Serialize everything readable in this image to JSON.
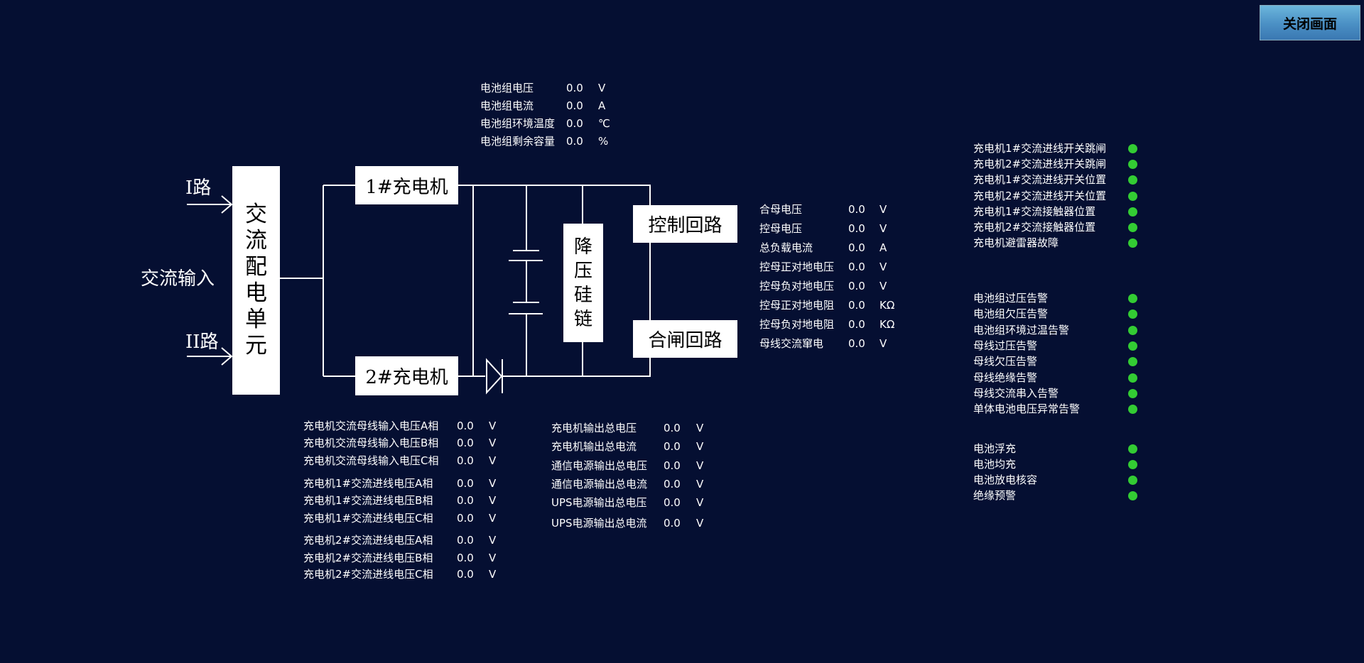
{
  "close_button": "关闭画面",
  "diagram": {
    "input_1": "I路",
    "input_2": "II路",
    "ac_input": "交流输入",
    "ac_unit": [
      "交",
      "流",
      "配",
      "电",
      "单",
      "元"
    ],
    "charger_1": "1#充电机",
    "charger_2": "2#充电机",
    "diode_chain": [
      "降",
      "压",
      "硅",
      "链"
    ],
    "control_circuit": "控制回路",
    "closing_circuit": "合闸回路"
  },
  "battery": [
    {
      "label": "电池组电压",
      "value": "0.0",
      "unit": "V"
    },
    {
      "label": "电池组电流",
      "value": "0.0",
      "unit": "A"
    },
    {
      "label": "电池组环境温度",
      "value": "0.0",
      "unit": "℃"
    },
    {
      "label": "电池组剩余容量",
      "value": "0.0",
      "unit": "%"
    }
  ],
  "bus": [
    {
      "label": "合母电压",
      "value": "0.0",
      "unit": "V"
    },
    {
      "label": "控母电压",
      "value": "0.0",
      "unit": "V"
    },
    {
      "label": "总负载电流",
      "value": "0.0",
      "unit": "A"
    },
    {
      "label": "控母正对地电压",
      "value": "0.0",
      "unit": "V"
    },
    {
      "label": "控母负对地电压",
      "value": "0.0",
      "unit": "V"
    },
    {
      "label": "控母正对地电阻",
      "value": "0.0",
      "unit": "KΩ"
    },
    {
      "label": "控母负对地电阻",
      "value": "0.0",
      "unit": "KΩ"
    },
    {
      "label": "母线交流窜电",
      "value": "0.0",
      "unit": "V"
    }
  ],
  "charger_input": [
    {
      "label": "充电机交流母线输入电压A相",
      "value": "0.0",
      "unit": "V"
    },
    {
      "label": "充电机交流母线输入电压B相",
      "value": "0.0",
      "unit": "V"
    },
    {
      "label": "充电机交流母线输入电压C相",
      "value": "0.0",
      "unit": "V"
    },
    {
      "label": "充电机1#交流进线电压A相",
      "value": "0.0",
      "unit": "V"
    },
    {
      "label": "充电机1#交流进线电压B相",
      "value": "0.0",
      "unit": "V"
    },
    {
      "label": "充电机1#交流进线电压C相",
      "value": "0.0",
      "unit": "V"
    },
    {
      "label": "充电机2#交流进线电压A相",
      "value": "0.0",
      "unit": "V"
    },
    {
      "label": "充电机2#交流进线电压B相",
      "value": "0.0",
      "unit": "V"
    },
    {
      "label": "充电机2#交流进线电压C相",
      "value": "0.0",
      "unit": "V"
    }
  ],
  "output": [
    {
      "label": "充电机输出总电压",
      "value": "0.0",
      "unit": "V"
    },
    {
      "label": "充电机输出总电流",
      "value": "0.0",
      "unit": "V"
    },
    {
      "label": "通信电源输出总电压",
      "value": "0.0",
      "unit": "V"
    },
    {
      "label": "通信电源输出总电流",
      "value": "0.0",
      "unit": "V"
    },
    {
      "label": "UPS电源输出总电压",
      "value": "0.0",
      "unit": "V"
    },
    {
      "label": "UPS电源输出总电流",
      "value": "0.0",
      "unit": "V"
    }
  ],
  "indicator_color": "#33cc33",
  "indicators": [
    [
      "充电机1#交流进线开关跳闸",
      "充电机2#交流进线开关跳闸",
      "充电机1#交流进线开关位置",
      "充电机2#交流进线开关位置",
      "充电机1#交流接触器位置",
      "充电机2#交流接触器位置",
      "充电机避雷器故障"
    ],
    [
      "电池组过压告警",
      "电池组欠压告警",
      "电池组环境过温告警",
      "母线过压告警",
      "母线欠压告警",
      "母线绝缘告警",
      "母线交流串入告警",
      "单体电池电压异常告警"
    ],
    [
      "电池浮充",
      "电池均充",
      "电池放电核容",
      "绝缘预警"
    ]
  ]
}
